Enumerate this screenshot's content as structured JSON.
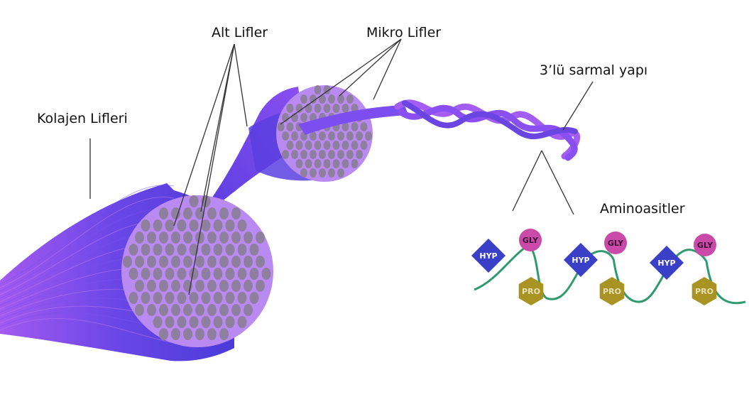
{
  "labels": {
    "collagen_fibers": "Kolajen Lifleri",
    "sub_fibers": "Alt Lifler",
    "micro_fibers": "Mikro Lifler",
    "triple_helix": "3’lü sarmal yapı",
    "amino_acids": "Aminoasitler"
  },
  "amino_units": [
    {
      "hyp": "HYP",
      "gly": "GLY",
      "pro": "PRO"
    },
    {
      "hyp": "HYP",
      "gly": "GLY",
      "pro": "PRO"
    },
    {
      "hyp": "HYP",
      "gly": "GLY",
      "pro": "PRO"
    }
  ],
  "colors": {
    "fiber_dark": "#5a3ee0",
    "fiber_light": "#a35af0",
    "cross_section": "#b98af2",
    "fibril_dot": "#8f7f9f",
    "hyp": "#3a3fc8",
    "gly": "#c94aa8",
    "pro": "#a89323",
    "chain": "#2f9a6e",
    "leader": "#333333"
  }
}
